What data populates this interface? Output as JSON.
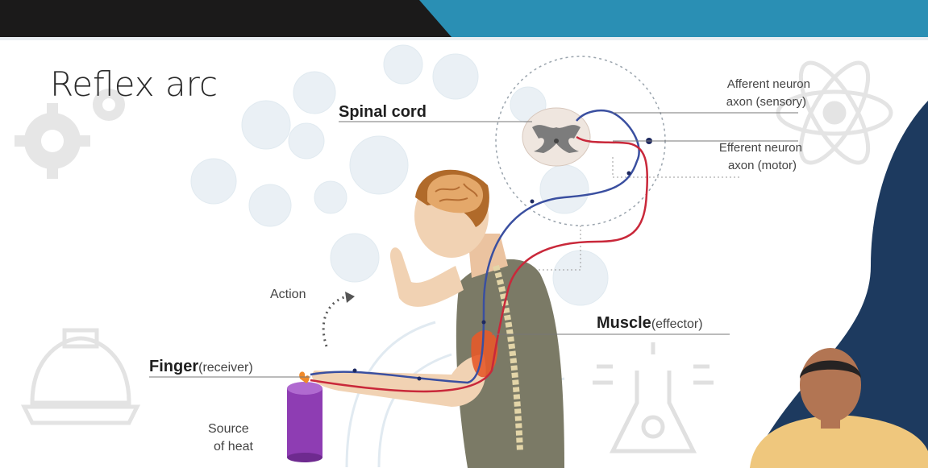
{
  "slide": {
    "title": "Reflex arc"
  },
  "labels": {
    "spinal_cord": "Spinal cord",
    "afferent_line1": "Afferent neuron",
    "afferent_line2": "axon (sensory)",
    "efferent_line1": "Efferent neuron",
    "efferent_line2": "axon (motor)",
    "action": "Action",
    "muscle": "Muscle",
    "muscle_role": "(effector)",
    "finger": "Finger",
    "finger_role": "(receiver)",
    "heat_line1": "Source",
    "heat_line2": "of heat"
  },
  "colors": {
    "top_bar_dark": "#1b1a1a",
    "top_bar_blue": "#2a8fb4",
    "navy_panel": "#1d3a5f",
    "afferent": "#3a4fa0",
    "efferent": "#c9283a",
    "heat_source": "#8e3db3",
    "shirt": "#7b7a66",
    "skin": "#f1d2b3"
  },
  "icons": [
    "gear-icon",
    "atom-icon",
    "helmet-icon",
    "flask-icon",
    "brain-icon",
    "presenter-video"
  ]
}
